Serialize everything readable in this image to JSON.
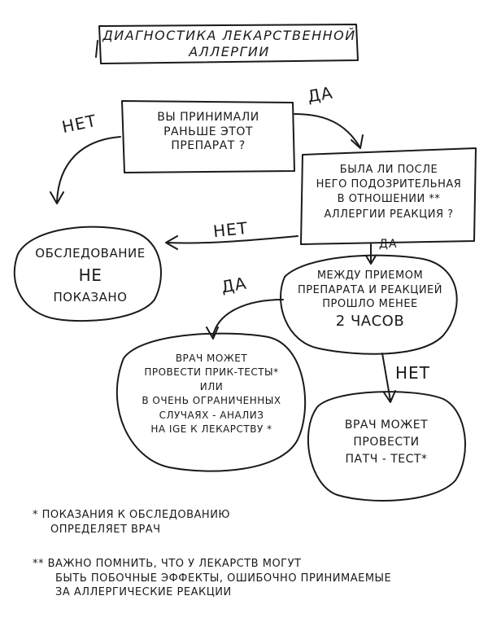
{
  "title": [
    "Диагностика лекарственной",
    "аллергии"
  ],
  "nodes": {
    "q_taken_before": [
      "Вы принимали",
      "раньше этот",
      "препарат ?"
    ],
    "q_suspicious_reaction": [
      "Была ли после",
      "него подозрительная",
      "в отношении **",
      "аллергии реакция ?"
    ],
    "not_indicated": [
      "Обследование",
      "не",
      "показано"
    ],
    "q_under_2h": [
      "Между приемом",
      "препарата и реакцией",
      "прошло менее",
      "2 часов"
    ],
    "prick_tests": [
      "Врач может",
      "провести прик-тесты*",
      "или",
      "в очень ограниченных",
      "случаях - анализ",
      "на IgE к лекарству *"
    ],
    "patch_test": [
      "Врач может",
      "провести",
      "патч - тест*"
    ]
  },
  "edges": {
    "no_1": "НЕТ",
    "yes_1": "ДА",
    "no_2": "НЕТ",
    "yes_2": "ДА",
    "yes_3": "ДА",
    "no_3": "НЕТ"
  },
  "footnotes": {
    "single_star": [
      "* Показания к обследованию",
      "определяет врач"
    ],
    "double_star": [
      "** Важно помнить, что у лекарств могут",
      "быть побочные эффекты, ошибочно принимаемые",
      "за аллергические реакции"
    ]
  }
}
